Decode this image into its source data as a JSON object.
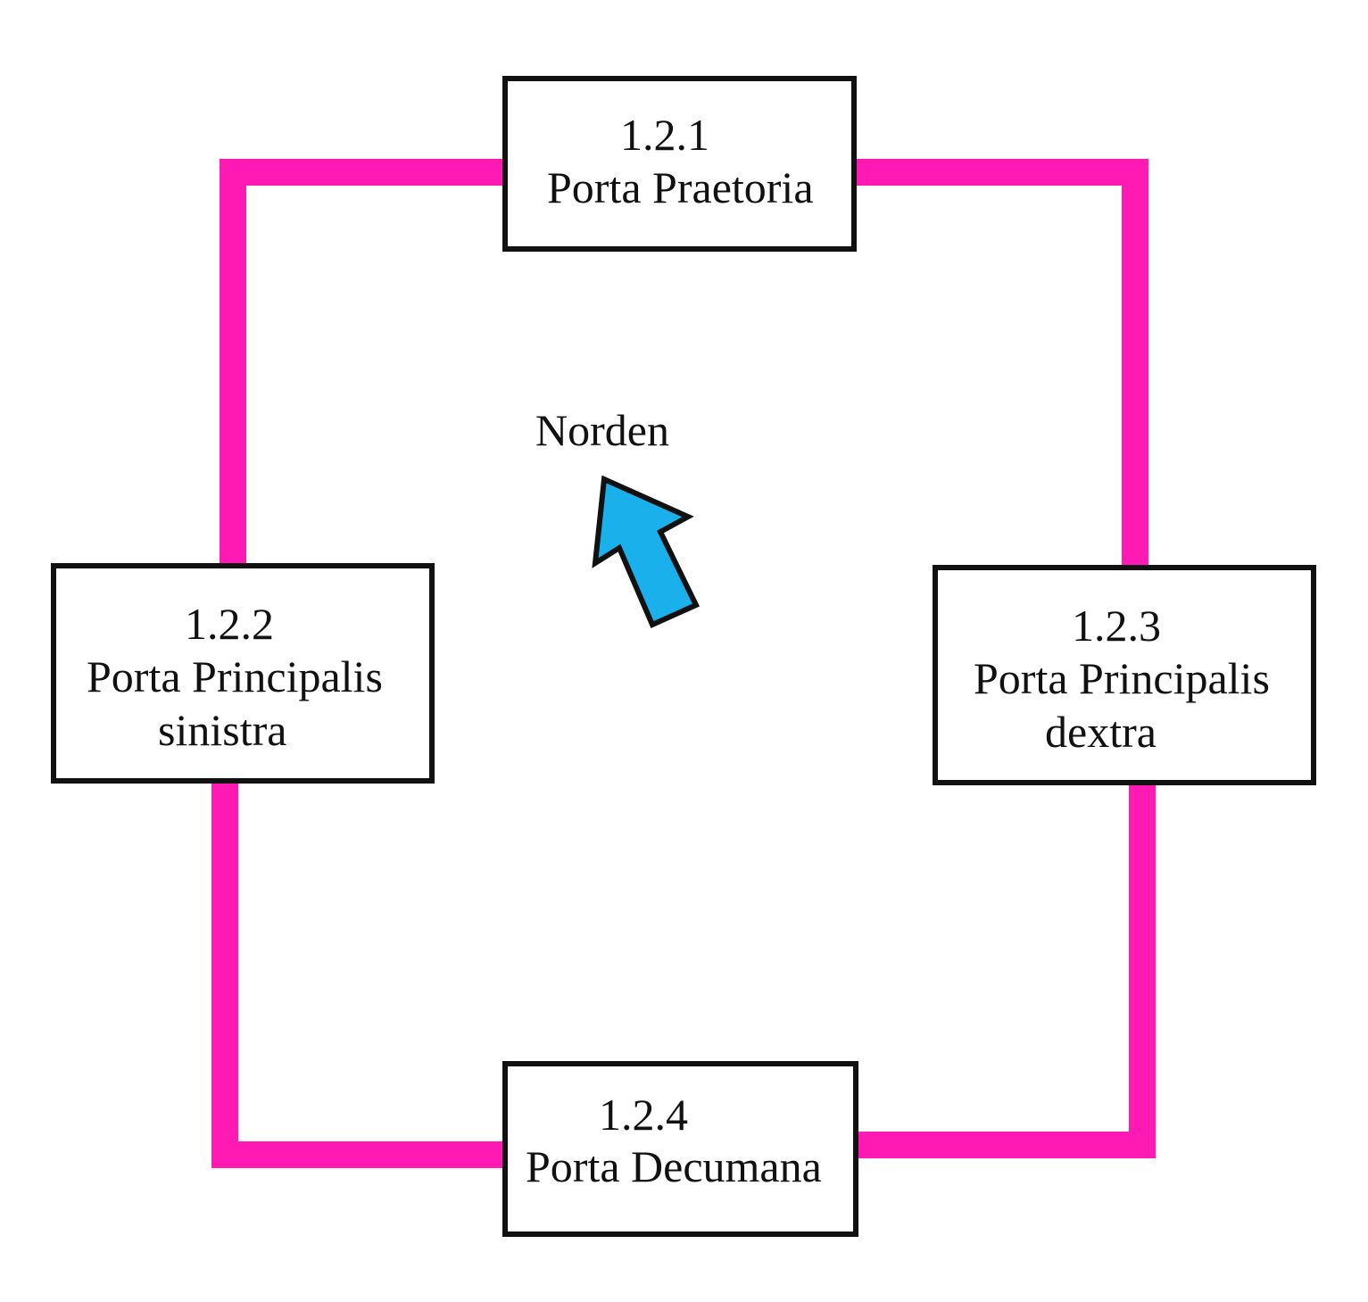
{
  "colors": {
    "wall": "#ff1ab4",
    "arrow_fill": "#1ab0ec",
    "outline": "#111111",
    "background": "#ffffff"
  },
  "north": {
    "label": "Norden",
    "icon": "north-arrow-icon"
  },
  "gates": [
    {
      "code": "1.2.1",
      "name": "Porta Praetoria",
      "name2": ""
    },
    {
      "code": "1.2.2",
      "name": "Porta Principalis",
      "name2": "sinistra"
    },
    {
      "code": "1.2.3",
      "name": "Porta Principalis",
      "name2": "dextra"
    },
    {
      "code": "1.2.4",
      "name": "Porta Decumana",
      "name2": ""
    }
  ]
}
